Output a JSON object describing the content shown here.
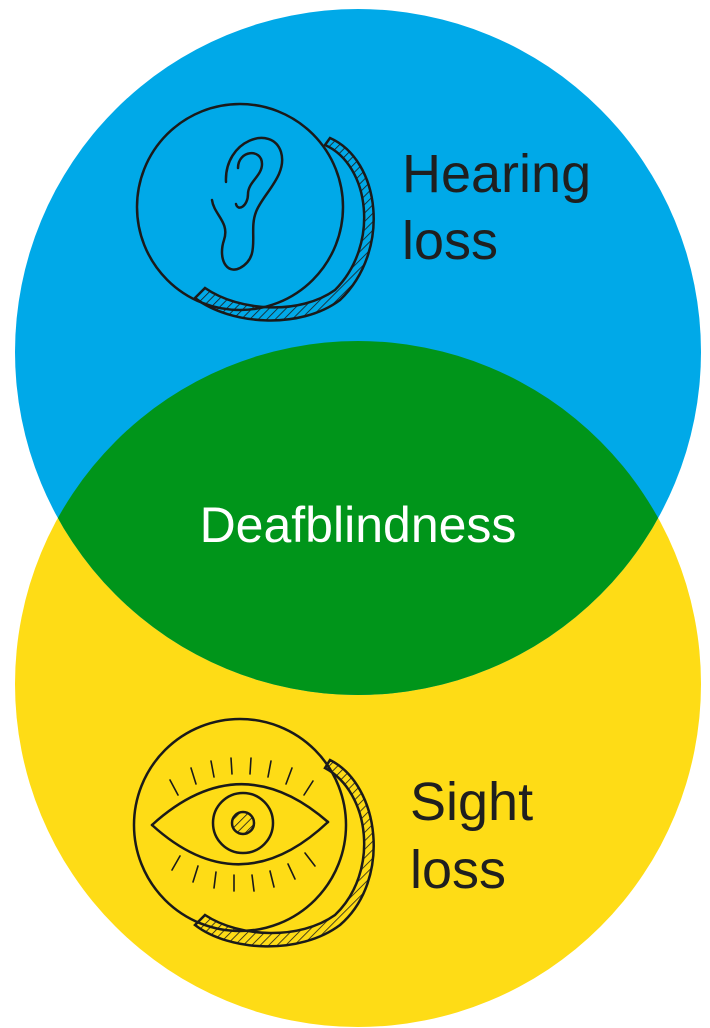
{
  "colors": {
    "hearing": "#00a9e8",
    "sight": "#fedc16",
    "overlap": "#00951a",
    "ink": "#1a1a1a"
  },
  "hearing_label": {
    "line1": "Hearing",
    "line2": "loss",
    "icon": "ear-icon"
  },
  "sight_label": {
    "line1": "Sight",
    "line2": "loss",
    "icon": "eye-icon"
  },
  "overlap_label": "Deafblindness"
}
